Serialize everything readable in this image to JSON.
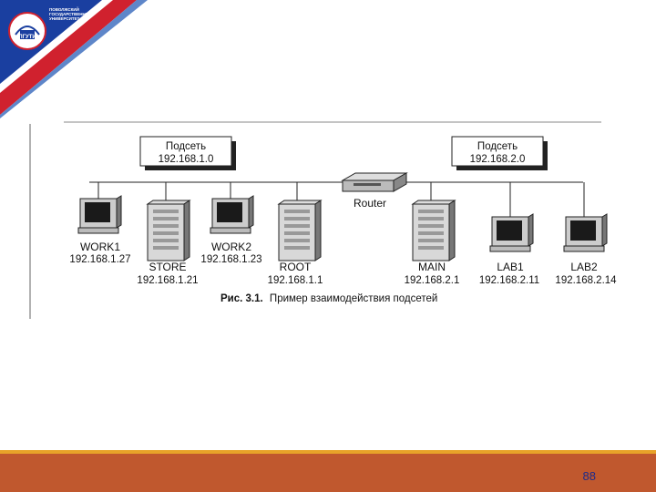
{
  "logo": {
    "lines": [
      "Поволжский",
      "государственный",
      "университет",
      ""
    ],
    "abbr": "ПГУТИ"
  },
  "subnets": [
    {
      "label": "Подсеть",
      "address": "192.168.1.0"
    },
    {
      "label": "Подсеть",
      "address": "192.168.2.0"
    }
  ],
  "router": {
    "name": "Router"
  },
  "hosts": [
    {
      "name": "WORK1",
      "ip": "192.168.1.27",
      "type": "workstation"
    },
    {
      "name": "STORE",
      "ip": "192.168.1.21",
      "type": "server"
    },
    {
      "name": "WORK2",
      "ip": "192.168.1.23",
      "type": "workstation"
    },
    {
      "name": "ROOT",
      "ip": "192.168.1.1",
      "type": "server"
    },
    {
      "name": "MAIN",
      "ip": "192.168.2.1",
      "type": "server"
    },
    {
      "name": "LAB1",
      "ip": "192.168.2.11",
      "type": "workstation"
    },
    {
      "name": "LAB2",
      "ip": "192.168.2.14",
      "type": "workstation"
    }
  ],
  "caption": {
    "prefix": "Рис. 3.1.",
    "text": "Пример взаимодействия подсетей"
  },
  "page_number": "88",
  "colors": {
    "corner_blue": "#1a3fa0",
    "corner_red": "#d0212e",
    "footer_orange": "#c0582e",
    "footer_stripe": "#e8a329",
    "page_number": "#1e2b8a"
  }
}
